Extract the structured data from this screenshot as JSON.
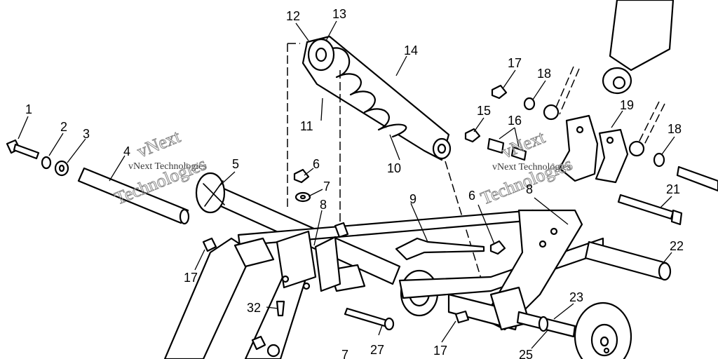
{
  "watermark": {
    "line1": "vNext Technologies",
    "outline_top": "vNext",
    "outline_bottom": "Technologies"
  },
  "callouts": {
    "c1": "1",
    "c2": "2",
    "c3": "3",
    "c4": "4",
    "c5": "5",
    "c6a": "6",
    "c6b": "6",
    "c7a": "7",
    "c7b": "7",
    "c8a": "8",
    "c8b": "8",
    "c9": "9",
    "c10": "10",
    "c11": "11",
    "c12": "12",
    "c13": "13",
    "c14": "14",
    "c15": "15",
    "c16": "16",
    "c17a": "17",
    "c17b": "17",
    "c17c": "17",
    "c18a": "18",
    "c18b": "18",
    "c19": "19",
    "c21": "21",
    "c22": "22",
    "c23": "23",
    "c25": "25",
    "c27": "27",
    "c32": "32"
  }
}
